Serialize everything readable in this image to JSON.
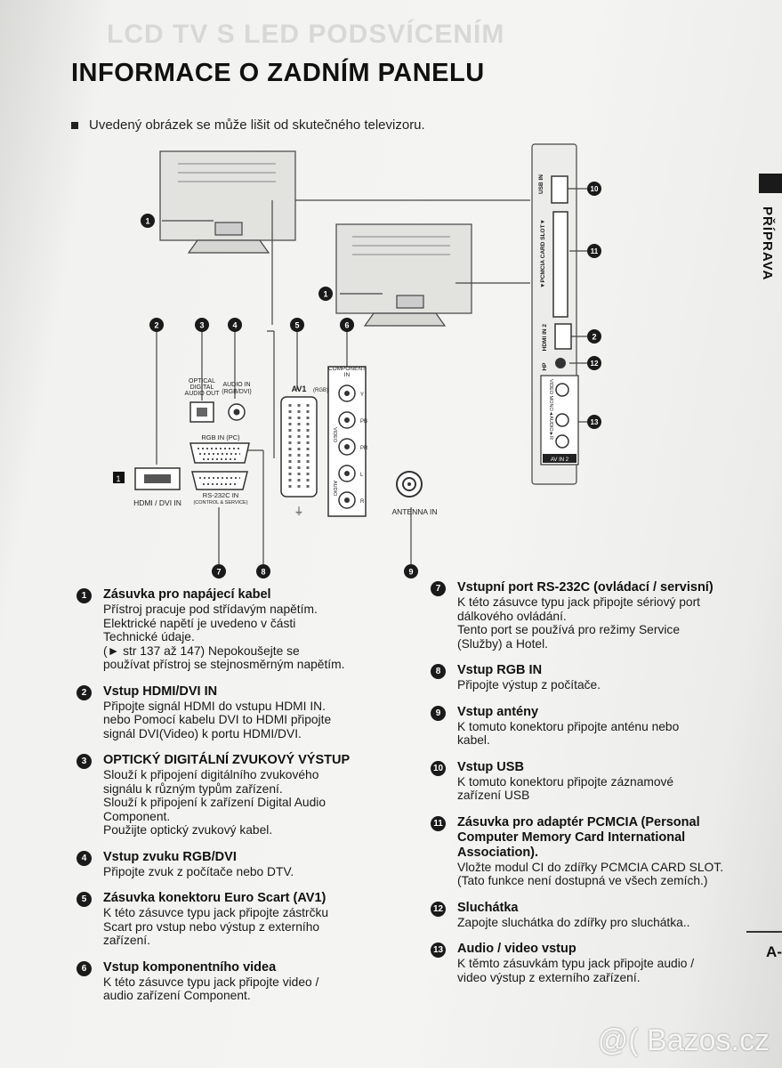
{
  "page": {
    "ghost_header": "LCD TV S LED PODSVÍCENÍM",
    "title": "INFORMACE O  ZADNÍM PANELU",
    "note": "Uvedený obrázek se může lišit od skutečného televizoru.",
    "side_label": "PŘÍPRAVA",
    "page_ref": "A-",
    "watermark": "Bazos.cz"
  },
  "diagram_labels": {
    "optical": "OPTICAL\nDIGITAL\nAUDIO OUT",
    "audio_in": "AUDIO IN\n(RGB/DVI)",
    "av": "AV1",
    "av_sub": "(RGB)",
    "component": "COMPONENT\nIN",
    "rgb_in": "RGB IN (PC)",
    "rs232": "RS-232C IN",
    "rs232_sub": "(CONTROL & SERVICE)",
    "hdmi": "HDMI / DVI IN",
    "antenna": "ANTENNA IN",
    "usb": "USB IN",
    "pcmcia": "▼PCMCIA CARD SLOT▼",
    "hdmi2": "HDMI IN 2",
    "hp": "HP",
    "video_audio": "VIDEO   MONO◄AUDIO►R",
    "av_in2": "AV IN 2",
    "video": "VIDEO",
    "audio": "AUDIO",
    "y": "Y",
    "pb": "PB",
    "pr": "PR",
    "l": "L",
    "r": "R",
    "box1": "1"
  },
  "callouts": [
    "1",
    "2",
    "3",
    "4",
    "5",
    "6",
    "7",
    "8",
    "9",
    "10",
    "11",
    "12",
    "13"
  ],
  "items_left": [
    {
      "n": "1",
      "title": "Zásuvka pro napájecí kabel",
      "body": "Přístroj pracuje pod střídavým napětím.\nElektrické napětí je uvedeno v části\nTechnické údaje.\n(► str 137 až 147) Nepokoušejte se\npoužívat přístroj se stejnosměrným napětím."
    },
    {
      "n": "2",
      "title": "Vstup HDMI/DVI IN",
      "body": "Připojte signál HDMI do vstupu HDMI IN.\nnebo Pomocí kabelu DVI to HDMI připojte\nsignál DVI(Video) k portu HDMI/DVI."
    },
    {
      "n": "3",
      "title": "OPTICKÝ DIGITÁLNÍ ZVUKOVÝ VÝSTUP",
      "body": "Slouží  k  připojení  digitálního  zvukového\nsignálu k  různým typům zařízení.\nSlouží k připojení k  zařízení Digital Audio\nComponent.\nPoužijte optický zvukový kabel."
    },
    {
      "n": "4",
      "title": "Vstup zvuku RGB/DVI",
      "body": "Připojte zvuk z počítače nebo DTV."
    },
    {
      "n": "5",
      "title": "Zásuvka konektoru Euro Scart (AV1)",
      "body": "K této zásuvce typu jack připojte zástrčku\nScart pro vstup nebo výstup z  externího\nzařízení."
    },
    {
      "n": "6",
      "title": "Vstup komponentního videa",
      "body": "K této zásuvce typu jack připojte video /\naudio zařízení Component."
    }
  ],
  "items_right": [
    {
      "n": "7",
      "title": "Vstupní port RS-232C (ovládací / servisní)",
      "body": "K této zásuvce typu jack připojte sériový port\ndálkového ovládání.\nTento port se používá pro režimy Service\n(Služby) a Hotel."
    },
    {
      "n": "8",
      "title": "Vstup RGB IN",
      "body": "Připojte výstup z počítače."
    },
    {
      "n": "9",
      "title": "Vstup antény",
      "body": "K  tomuto konektoru připojte anténu nebo\nkabel."
    },
    {
      "n": "10",
      "title": "Vstup USB",
      "body": "K  tomuto konektoru připojte záznamové\nzařízení USB"
    },
    {
      "n": "11",
      "title": "Zásuvka pro adaptér PCMCIA (Personal\nComputer Memory Card International\nAssociation).",
      "body": "Vložte modul CI do zdířky PCMCIA CARD SLOT.\n(Tato funkce není dostupná ve všech zemích.)"
    },
    {
      "n": "12",
      "title": "Sluchátka",
      "body": "Zapojte sluchátka do zdířky pro sluchátka.."
    },
    {
      "n": "13",
      "title": "Audio / video vstup",
      "body": "K těmto zásuvkám typu jack připojte audio /\nvideo výstup z  externího zařízení."
    }
  ]
}
